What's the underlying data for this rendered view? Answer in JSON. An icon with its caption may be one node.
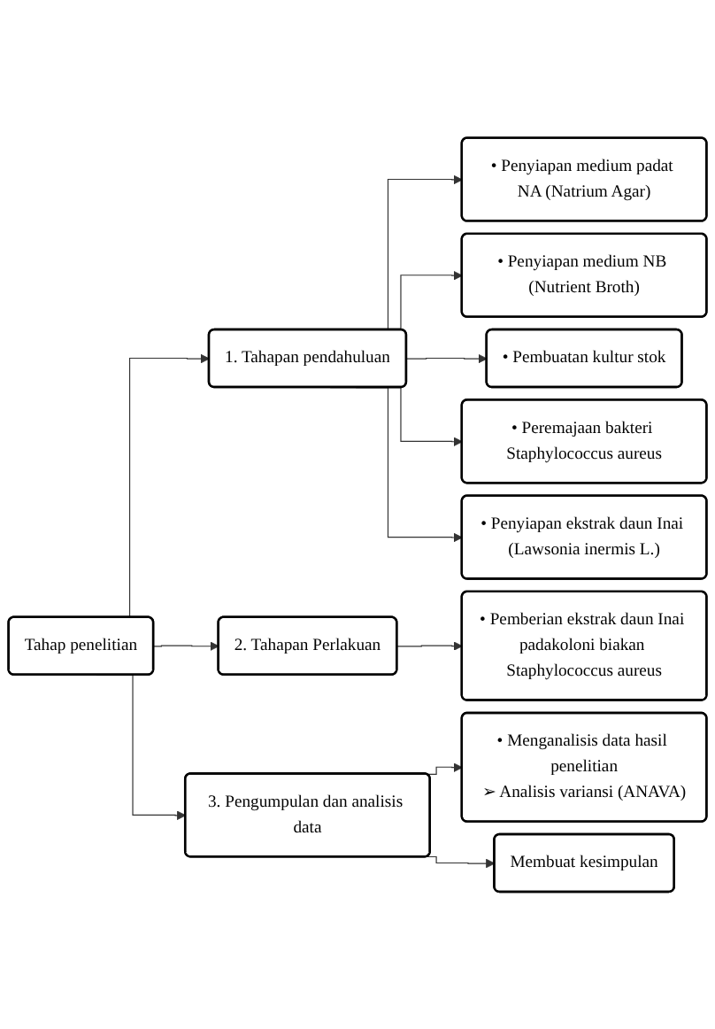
{
  "diagram": {
    "nodes": [
      {
        "text": [
          "Tahap penelitian"
        ]
      },
      {
        "text": [
          "1. Tahapan pendahuluan"
        ]
      },
      {
        "text": [
          "• Penyiapan medium padat NA (Natrium Agar)"
        ]
      },
      {
        "text": [
          "• Penyiapan medium NB (Nutrient Broth)"
        ]
      },
      {
        "text": [
          "• Pembuatan kultur stok"
        ]
      },
      {
        "text": [
          "• Peremajaan bakteri Staphylococcus aureus"
        ]
      },
      {
        "text": [
          "• Penyiapan ekstrak daun Inai (Lawsonia inermis L.)"
        ]
      },
      {
        "text": [
          "2. Tahapan Perlakuan"
        ]
      },
      {
        "text": [
          "• Pemberian ekstrak daun Inai padakoloni biakan Staphylococcus aureus"
        ]
      },
      {
        "text": [
          "3. Pengumpulan dan analisis data"
        ]
      },
      {
        "text": [
          "• Menganalisis data hasil penelitian",
          "➢ Analisis variansi (ANAVA)"
        ]
      },
      {
        "text": [
          "Membuat kesimpulan"
        ]
      }
    ],
    "edges": [
      {
        "from": 0,
        "to": 1,
        "arrow": "to"
      },
      {
        "from": 1,
        "to": 2,
        "arrow": "to"
      },
      {
        "from": 1,
        "to": 3,
        "arrow": "to"
      },
      {
        "from": 1,
        "to": 4,
        "arrow": "to"
      },
      {
        "from": 1,
        "to": 5,
        "arrow": "to"
      },
      {
        "from": 1,
        "to": 6,
        "arrow": "to"
      },
      {
        "from": 0,
        "to": 7,
        "arrow": "to"
      },
      {
        "from": 7,
        "to": 8,
        "arrow": "to"
      },
      {
        "from": 0,
        "to": 9,
        "arrow": "to"
      },
      {
        "from": 9,
        "to": 10,
        "arrow": "to"
      },
      {
        "from": 9,
        "to": 11,
        "arrow": "to"
      }
    ]
  }
}
